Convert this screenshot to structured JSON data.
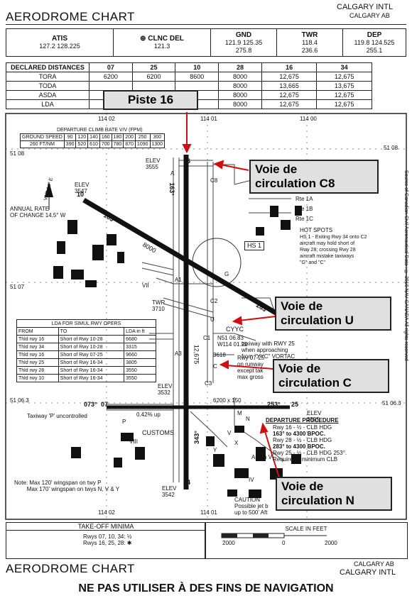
{
  "header": {
    "title": "AERODROME CHART",
    "city": "CALGARY INTL",
    "city_code": "CALGARY AB"
  },
  "frequencies": [
    {
      "name": "ATIS",
      "values": "127.2  128.225"
    },
    {
      "name": "⊕ CLNC DEL",
      "values": "121.3"
    },
    {
      "name": "GND",
      "values": "121.9  125.35",
      "values2": "275.8"
    },
    {
      "name": "TWR",
      "values": "118.4",
      "values2": "236.6"
    },
    {
      "name": "DEP",
      "values": "119.8  124.525",
      "values2": "255.1"
    }
  ],
  "declared_distances": {
    "title": "DECLARED DISTANCES",
    "runways": [
      "07",
      "25",
      "10",
      "28",
      "16",
      "34"
    ],
    "rows": [
      {
        "label": "TORA",
        "values": [
          "6200",
          "6200",
          "8600",
          "8000",
          "12,675",
          "12,675"
        ]
      },
      {
        "label": "TODA",
        "values": [
          "",
          "",
          "",
          "8000",
          "13,665",
          "13,675"
        ]
      },
      {
        "label": "ASDA",
        "values": [
          "",
          "",
          "",
          "8000",
          "12,675",
          "12,675"
        ]
      },
      {
        "label": "LDA",
        "values": [
          "",
          "",
          "",
          "8000",
          "12,675",
          "12,675"
        ]
      }
    ]
  },
  "climb_table": {
    "title": "DEPARTURE CLIMB RATE V/V (FPM)",
    "row1": [
      "GROUND SPEED",
      "90",
      "120",
      "140",
      "160",
      "180",
      "200",
      "250",
      "300"
    ],
    "row2": [
      "260 FT/NM",
      "390",
      "520",
      "610",
      "700",
      "780",
      "870",
      "1090",
      "1300"
    ]
  },
  "lda_table": {
    "title": "LDA FOR SIMUL RWY OPERS",
    "headers": [
      "FROM",
      "TO",
      "LDA in ft"
    ],
    "rows": [
      [
        "Thld rwy 16",
        "Short of Rwy 10-28",
        "6680"
      ],
      [
        "Thld rwy 34",
        "Short of Rwy 10-28",
        "3315"
      ],
      [
        "Thld rwy 16",
        "Short of Rwy 07-25",
        "9660"
      ],
      [
        "Thld rwy 25",
        "Short of Rwy 16-34",
        "3805"
      ],
      [
        "Thld rwy 28",
        "Short of Rwy 16-34",
        "3550"
      ],
      [
        "Thld rwy 10",
        "Short of Rwy 16-34",
        "3550"
      ]
    ]
  },
  "callouts": {
    "piste16": "Piste 16",
    "c8_line1": "Voie de",
    "c8_line2": "circulation C8",
    "u_line1": "Voie de",
    "u_line2": "circulation U",
    "c_line1": "Voie de",
    "c_line2": "circulation C",
    "n_line1": "Voie de",
    "n_line2": "circulation N"
  },
  "map_labels": {
    "elev_top": "ELEV",
    "elev_top_val": "3555",
    "elev_left": "ELEV",
    "elev_left_val": "3547",
    "annual_rate": "ANNUAL RATE",
    "annual_rate2": "OF CHANGE 14.5° W",
    "var": "VAR 14° E",
    "twr": "TWR",
    "twr_val": "3710",
    "cyyc": "CYYC",
    "coords1": "N51 06.83",
    "coords2": "W114 01.22",
    "elev_3618": "3618",
    "elev_mid": "ELEV",
    "elev_mid_val": "3532",
    "elev_right": "ELEV",
    "elev_right_val": "3555",
    "elev_bottom": "ELEV",
    "elev_bottom_val": "3542",
    "rwy_dim": "6200 x 150",
    "hs1": "HS 1",
    "hot_spots": "HOT SPOTS",
    "hs1_text1": "HS 1 - Exiting Rwy 34 onto C2",
    "hs1_text2": "aircraft may hold short of",
    "hs1_text3": "Rwy 28; crossing Rwy 28",
    "hs1_text4": "aircraft mistake taxiways",
    "hs1_text5": "\"G\" and \"C\"",
    "rte1a": "Rte 1A",
    "rte1b": "Rte 1B",
    "rte1c": "Rte 1C",
    "do_text1": "taxiway with RWY 25",
    "do_text2": "when approaching",
    "do_text3": "from \"YYC\" VORTAC",
    "rwy0725_1": "Rwy 07-25",
    "rwy0725_2": "on runway",
    "rwy0725_3": "except tak",
    "rwy0725_4": "max gross",
    "taxiway_p": "Taxiway 'P' uncontrolled",
    "customs": "CUSTOMS",
    "apron_v": "Apron V",
    "caution": "CAUTION",
    "caution2": "Possible jet b",
    "caution3": "up to 500' Aft",
    "note1": "Note: Max 120' wingspan on twy P",
    "note2": "Max 170' wingspan on twys N, V & Y",
    "dep_title": "DEPARTURE PROCEDURE",
    "dep1": "Rwy 16 - ½ - CLB HDG",
    "dep2": "163° to 4300 BPOC.",
    "dep3": "Rwy 28 - ½ - CLB HDG",
    "dep4": "283° to 4300 BPOC.",
    "dep5": "Rwy 25 - ½ - CLB HDG 253°.",
    "dep6": "Requires a minimum CLB",
    "source": "Source of Canadian Civil Aeronautical Data : © 2010 NAV CANADA  All rights reserved",
    "lat_51_08": "51 08",
    "lat_51_07": "51 07",
    "lat_51_063": "51 06.3",
    "lon_114_02": "114 02",
    "lon_114_01": "114 01",
    "lon_114_00": "114 00",
    "hdg_103": "103°",
    "hdg_283": "283°",
    "hdg_073": "073°",
    "hdg_253": "253°",
    "hdg_163": "163°",
    "hdg_343": "343°",
    "pct": "0.42% up",
    "rwy10": "10",
    "rwy34": "34",
    "rwy07": "07",
    "rwy25": "25",
    "rwy16": "16",
    "len_8000": "8000",
    "len_12675": "12,675",
    "twy_c8": "C8",
    "twy_u": "U",
    "twy_c": "C",
    "twy_n": "N",
    "twy_g": "G",
    "twy_a": "A",
    "twy_a1": "A1",
    "twy_a3": "A3",
    "twy_c2": "C2",
    "twy_c3": "C3",
    "twy_c1": "C1",
    "twy_vii": "VII",
    "twy_viii": "VIII",
    "twy_iv": "IV",
    "twy_m": "M",
    "twy_v": "V",
    "twy_x": "X",
    "twy_p": "P",
    "twy_y": "Y"
  },
  "takeoff": {
    "title": "TAKE-OFF MINIMA",
    "line1": "Rwys 07, 10, 34: ½",
    "line2": "Rwys 16, 25, 28: ✱"
  },
  "scale": {
    "title": "SCALE IN FEET",
    "left": "2000",
    "mid": "0",
    "right": "2000"
  },
  "footer_header": {
    "title": "AERODROME CHART",
    "city_code": "CALGARY AB",
    "city": "CALGARY INTL"
  },
  "disclaimer": "NE PAS UTILISER À DES FINS DE NAVIGATION"
}
